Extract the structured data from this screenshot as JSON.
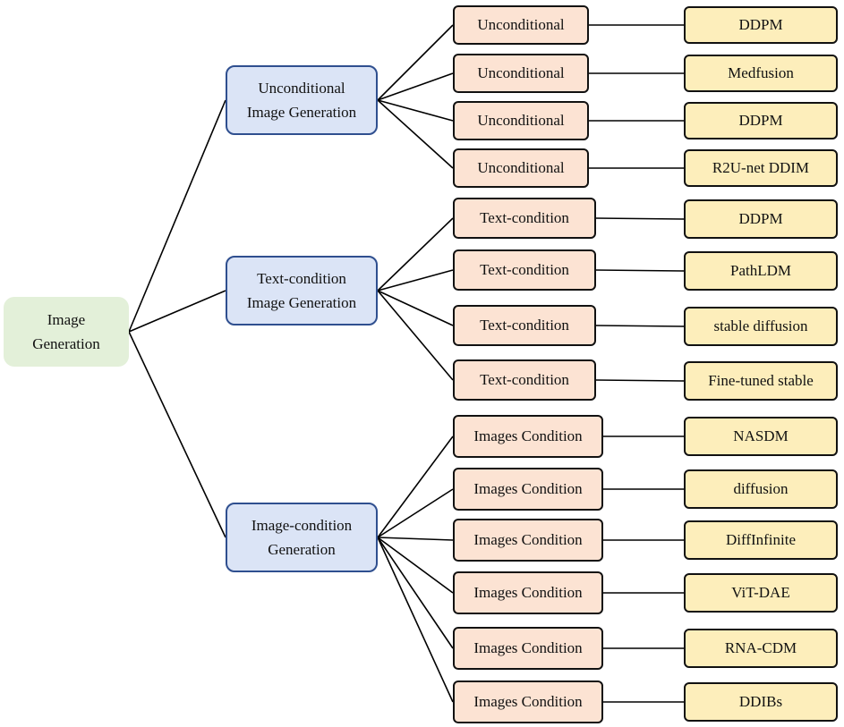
{
  "root": {
    "label": "Image\nGeneration"
  },
  "categories": [
    {
      "label": "Unconditional\nImage Generation",
      "rows": [
        {
          "condition": "Unconditional",
          "model": "DDPM"
        },
        {
          "condition": "Unconditional",
          "model": "Medfusion"
        },
        {
          "condition": "Unconditional",
          "model": "DDPM"
        },
        {
          "condition": "Unconditional",
          "model": "R2U-net DDIM"
        }
      ]
    },
    {
      "label": "Text-condition\nImage Generation",
      "rows": [
        {
          "condition": "Text-condition",
          "model": "DDPM"
        },
        {
          "condition": "Text-condition",
          "model": "PathLDM"
        },
        {
          "condition": "Text-condition",
          "model": "stable diffusion"
        },
        {
          "condition": "Text-condition",
          "model": "Fine-tuned stable"
        }
      ]
    },
    {
      "label": "Image-condition\nGeneration",
      "rows": [
        {
          "condition": "Images Condition",
          "model": "NASDM"
        },
        {
          "condition": "Images Condition",
          "model": "diffusion"
        },
        {
          "condition": "Images Condition",
          "model": "DiffInfinite"
        },
        {
          "condition": "Images Condition",
          "model": "ViT-DAE"
        },
        {
          "condition": "Images Condition",
          "model": "RNA-CDM"
        },
        {
          "condition": "Images Condition",
          "model": "DDIBs"
        }
      ]
    }
  ],
  "colors": {
    "root_fill": "#e3f0d9",
    "category_fill": "#dbe4f6",
    "category_border": "#2f4f8f",
    "condition_fill": "#fce3d3",
    "model_fill": "#fdeebb",
    "line": "#000000"
  }
}
